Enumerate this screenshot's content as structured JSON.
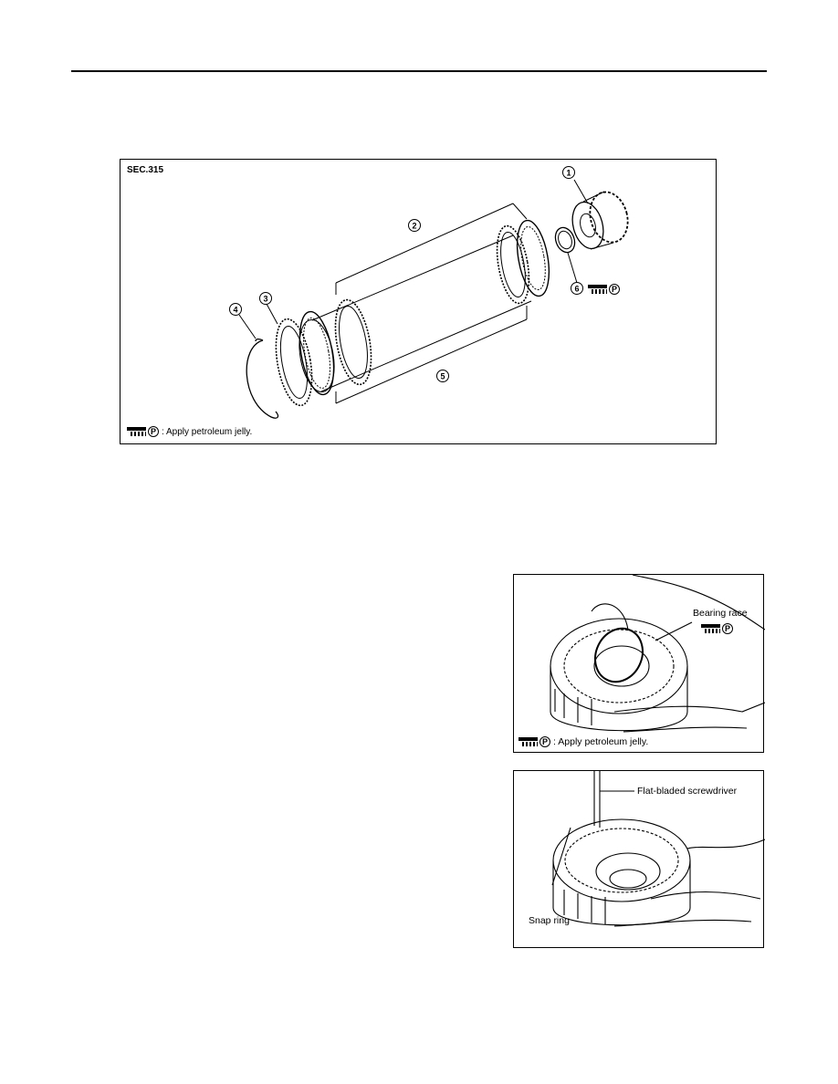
{
  "figure_main": {
    "section": "SEC.315",
    "callouts": [
      "1",
      "2",
      "3",
      "4",
      "5",
      "6"
    ],
    "legend_text": ": Apply petroleum jelly.",
    "legend_symbol": "P"
  },
  "figure_bearing_race": {
    "label_bearing_race": "Bearing race",
    "legend_symbol": "P",
    "legend_text": ": Apply petroleum jelly."
  },
  "figure_snap_ring": {
    "label_screwdriver": "Flat-bladed screwdriver",
    "label_snap_ring": "Snap ring"
  }
}
